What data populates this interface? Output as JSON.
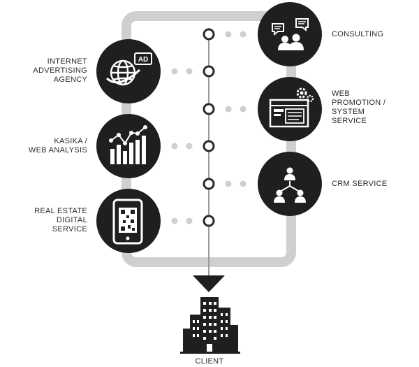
{
  "colors": {
    "frame": "#cfcfcf",
    "circle": "#1f1f1f",
    "line": "#9a9a9a",
    "dot": "#cfcfcf",
    "node": "#2a2a2a"
  },
  "services_left": [
    {
      "label": "INTERNET\nADVERTISING\nAGENCY",
      "icon": "globe-ad-icon"
    },
    {
      "label": "KASIKA /\nWEB ANALYSIS",
      "icon": "bar-chart-icon"
    },
    {
      "label": "REAL ESTATE\nDIGITAL\nSERVICE",
      "icon": "smartphone-qr-icon"
    }
  ],
  "services_right": [
    {
      "label": "CONSULTING",
      "icon": "chat-people-icon"
    },
    {
      "label": "WEB\nPROMOTION /\nSYSTEM\nSERVICE",
      "icon": "browser-gear-icon"
    },
    {
      "label": "CRM SERVICE",
      "icon": "network-people-icon"
    }
  ],
  "client": {
    "label": "CLIENT",
    "icon": "building-icon"
  },
  "ad_badge": "AD"
}
